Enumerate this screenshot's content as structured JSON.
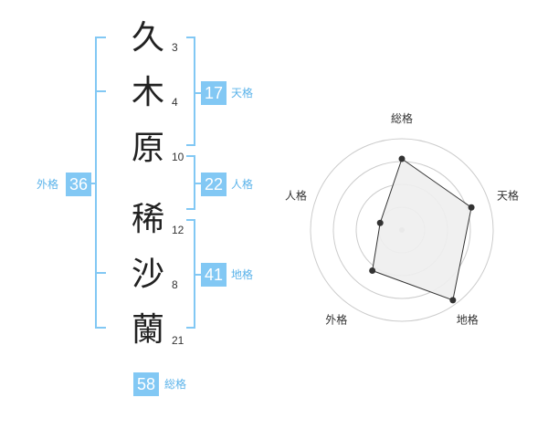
{
  "name_chars": [
    {
      "char": "久",
      "strokes": "3"
    },
    {
      "char": "木",
      "strokes": "4"
    },
    {
      "char": "原",
      "strokes": "10"
    },
    {
      "char": "稀",
      "strokes": "12"
    },
    {
      "char": "沙",
      "strokes": "8"
    },
    {
      "char": "蘭",
      "strokes": "21"
    }
  ],
  "kaku": {
    "tenkaku": {
      "value": "17",
      "label": "天格"
    },
    "jinkaku": {
      "value": "22",
      "label": "人格"
    },
    "chikaku": {
      "value": "41",
      "label": "地格"
    },
    "gaikaku": {
      "value": "36",
      "label": "外格"
    },
    "soukaku": {
      "value": "58",
      "label": "総格"
    }
  },
  "chart_data": {
    "type": "radar",
    "axes": [
      "総格",
      "天格",
      "地格",
      "外格",
      "人格"
    ],
    "values": [
      0.78,
      0.8,
      0.95,
      0.55,
      0.25
    ],
    "range": [
      0,
      1
    ],
    "rings": 4,
    "colors": {
      "fill": "#eeeeee",
      "stroke": "#333333",
      "grid": "#cccccc",
      "accent": "#82c8f4"
    }
  }
}
